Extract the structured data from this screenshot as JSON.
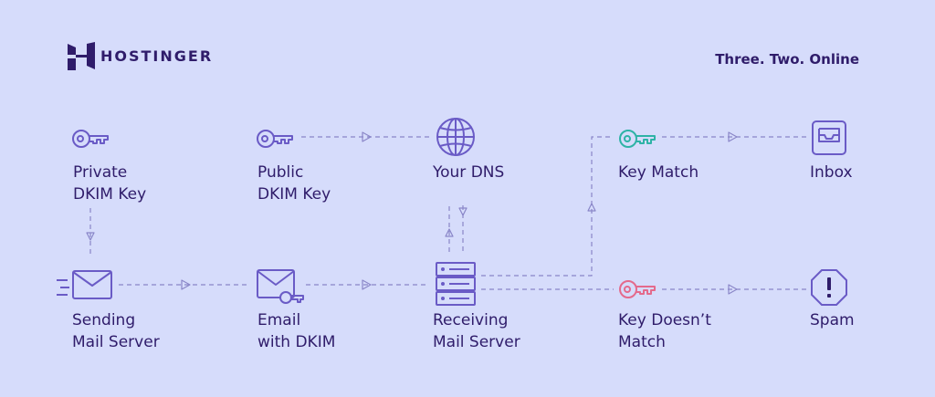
{
  "brand": {
    "name": "HOSTINGER",
    "tagline": "Three. Two. Online"
  },
  "colors": {
    "background": "#d6dcfb",
    "ink": "#2f1c6a",
    "stroke": "#6a5bc6",
    "dash": "#8a86c8",
    "match_key": "#2eb3a6",
    "mismatch_key": "#e46a8c"
  },
  "nodes": {
    "private_key": {
      "line1": "Private",
      "line2": "DKIM Key",
      "icon": "key-icon"
    },
    "public_key": {
      "line1": "Public",
      "line2": "DKIM Key",
      "icon": "key-icon"
    },
    "dns": {
      "line1": "Your DNS",
      "icon": "globe-icon"
    },
    "key_match": {
      "line1": "Key Match",
      "icon": "key-icon"
    },
    "inbox": {
      "line1": "Inbox",
      "icon": "inbox-icon"
    },
    "sending": {
      "line1": "Sending",
      "line2": "Mail Server",
      "icon": "envelope-icon"
    },
    "email_dkim": {
      "line1": "Email",
      "line2": "with DKIM",
      "icon": "envelope-key-icon"
    },
    "receiving": {
      "line1": "Receiving",
      "line2": "Mail Server",
      "icon": "server-icon"
    },
    "key_mismatch": {
      "line1": "Key Doesn’t",
      "line2": "Match",
      "icon": "key-icon"
    },
    "spam": {
      "line1": "Spam",
      "icon": "warning-octagon-icon"
    }
  }
}
